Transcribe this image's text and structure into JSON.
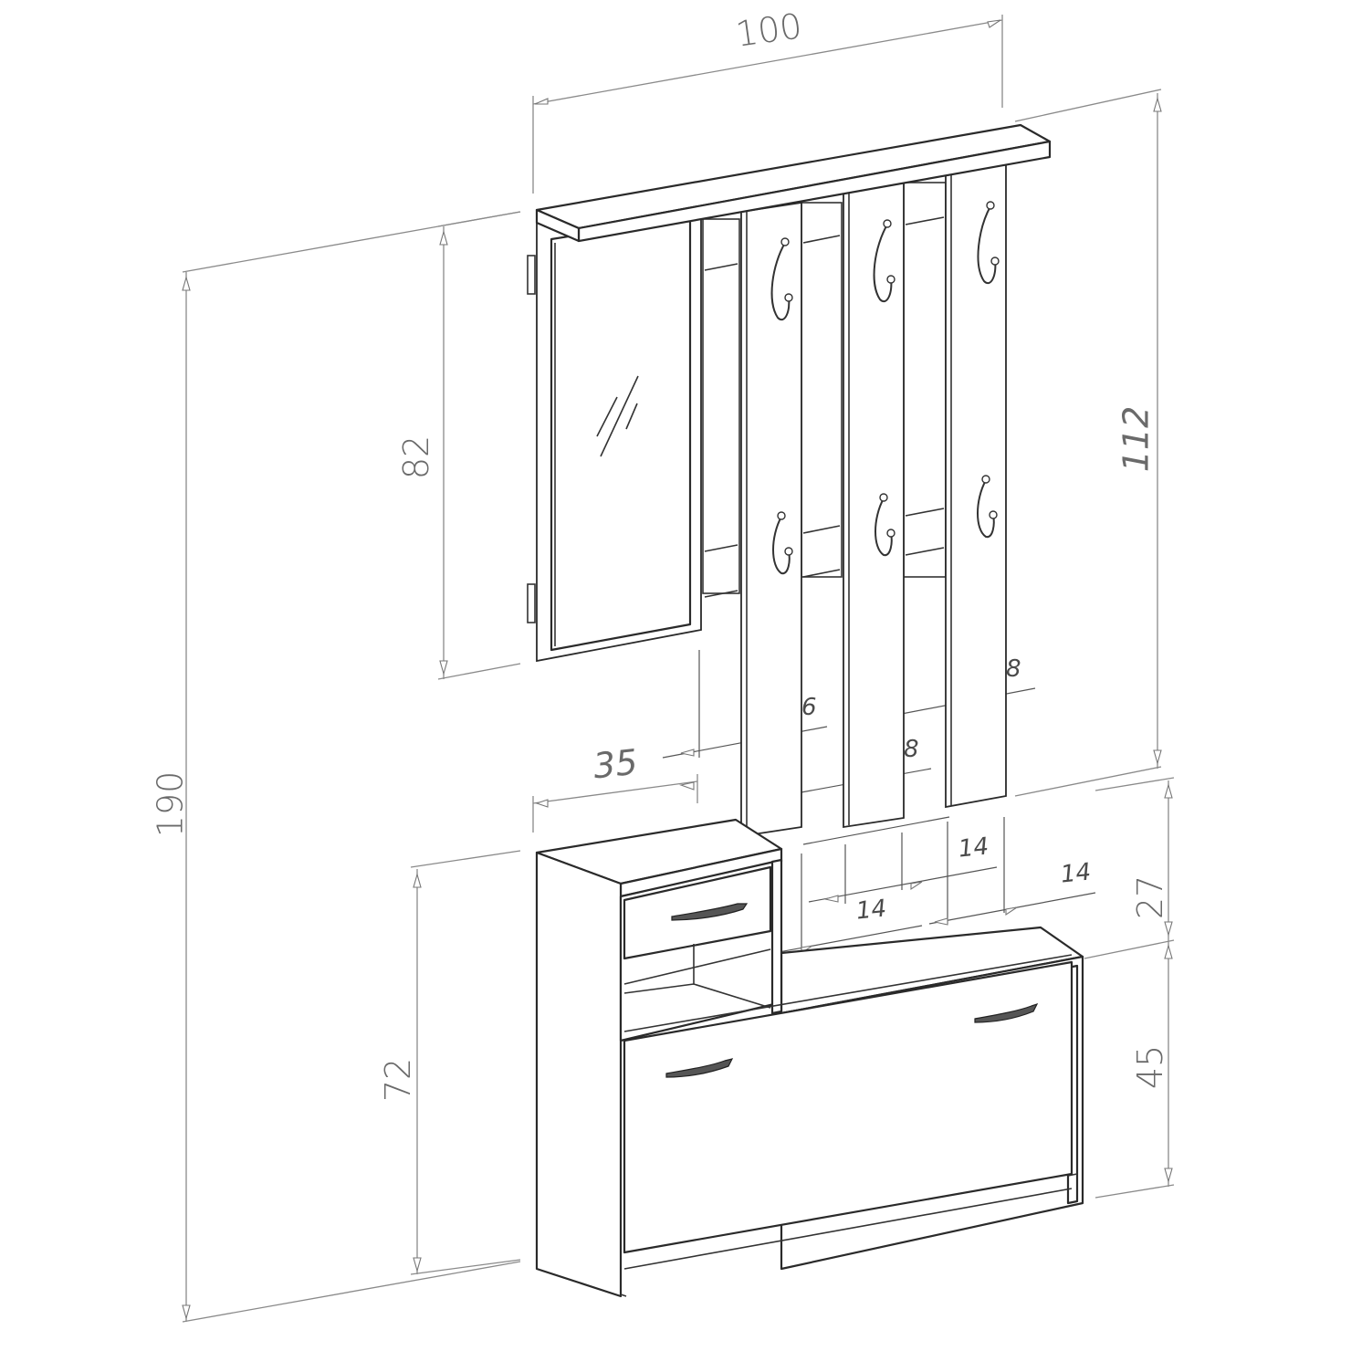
{
  "drawing": {
    "subject": "Hallway furniture set: wall shelf with coat-hook panels, mirror, and shoe cabinet",
    "colors": {
      "background": "#ffffff",
      "outline": "#2a2a2a",
      "dimension_line": "#8a8a8a",
      "dimension_text": "#6a6a6a"
    },
    "dimensions": {
      "total_width": "100",
      "total_height": "190",
      "mirror_height": "82",
      "hook_panel_height": "112",
      "cabinet_height": "72",
      "cabinet_top_section": "27",
      "cabinet_bottom_section": "45",
      "cabinet_depth": "35",
      "panel_gap_a": "6",
      "panel_gap_b": "8",
      "panel_gap_c": "8",
      "panel_width_a": "14",
      "panel_width_b": "14",
      "panel_width_c": "14"
    },
    "components": [
      {
        "name": "Top shelf"
      },
      {
        "name": "Mirror"
      },
      {
        "name": "Coat hook panels",
        "count": 3,
        "hooks": 6
      },
      {
        "name": "Shoe cabinet",
        "drawers": 1,
        "flap_doors": 1,
        "open_shelf": 1
      }
    ]
  }
}
